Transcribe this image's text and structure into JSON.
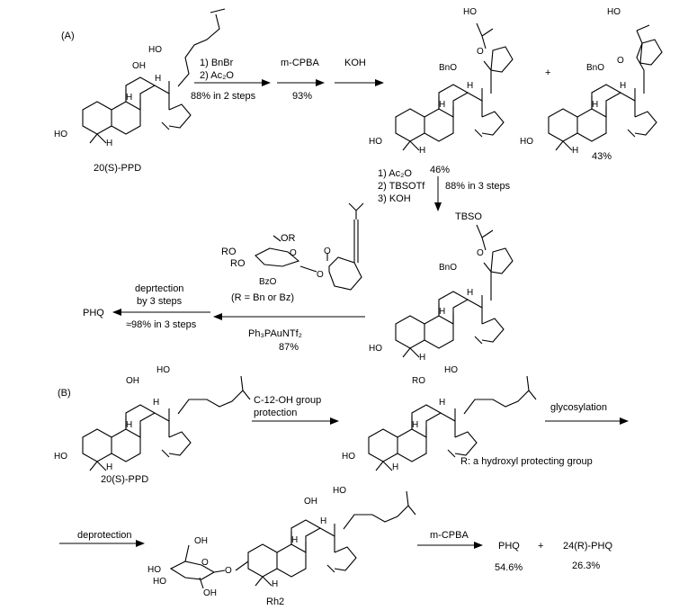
{
  "part_a": {
    "label": "(A)",
    "start_name": "20(S)-PPD",
    "step1": {
      "line1": "1) BnBr",
      "line2": "2) Ac₂O",
      "yield": "88% in 2 steps"
    },
    "step2": {
      "reagent": "m-CPBA",
      "yield": "93%"
    },
    "step3": {
      "reagent": "KOH"
    },
    "product1_yield": "46%",
    "plus": "+",
    "product2_yield": "43%",
    "step4": {
      "line1": "1) Ac₂O",
      "line2": "2) TBSOTf",
      "line3": "3) KOH",
      "yield": "88% in 3 steps"
    },
    "tbso": "TBSO",
    "donor": {
      "or": "OR",
      "ro_top": "RO",
      "ro_mid": "RO",
      "bzo": "BzO",
      "o": "O",
      "r_note": "(R = Bn or Bz)"
    },
    "step5": {
      "reagent": "Ph₃PAuNTf₂",
      "yield": "87%"
    },
    "step6": {
      "line1": "deprtection",
      "line2": "by 3 steps",
      "yield": "≈98% in 3 steps"
    },
    "final": "PHQ"
  },
  "part_b": {
    "label": "(B)",
    "start_name": "20(S)-PPD",
    "step1": {
      "line1": "C-12-OH group",
      "line2": "protection"
    },
    "r_note": "R: a hydroxyl protecting group",
    "ro": "RO",
    "step2": {
      "reagent": "glycosylation"
    },
    "step3": {
      "reagent": "deprotection"
    },
    "rh2": "Rh2",
    "step4": {
      "reagent": "m-CPBA"
    },
    "p1": "PHQ",
    "plus": "+",
    "p2": "24(R)-PHQ",
    "y1": "54.6%",
    "y2": "26.3%"
  },
  "atoms": {
    "ho": "HO",
    "oh": "OH",
    "bno": "BnO",
    "h": "H",
    "o": "O"
  }
}
